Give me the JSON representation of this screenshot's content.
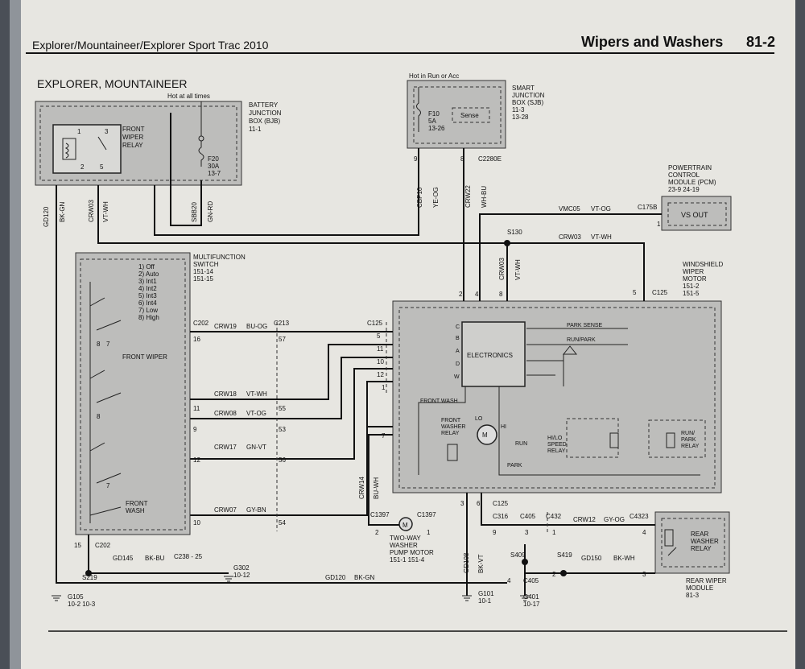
{
  "header": {
    "title_left": "Explorer/Mountaineer/Explorer Sport Trac 2010",
    "section": "Wipers and Washers",
    "page": "81-2"
  },
  "subtitle": "EXPLORER, MOUNTAINEER",
  "labels": {
    "hot_all_times": "Hot at all times",
    "hot_run_acc": "Hot in Run or Acc",
    "bjb": [
      "BATTERY",
      "JUNCTION",
      "BOX (BJB)",
      "11-1"
    ],
    "sjb": [
      "SMART",
      "JUNCTION",
      "BOX (SJB)",
      "11-3",
      "13-28"
    ],
    "pcm": [
      "POWERTRAIN",
      "CONTROL",
      "MODULE (PCM)",
      "23-9    24-19"
    ],
    "mfs": [
      "MULTIFUNCTION",
      "SWITCH",
      "151-14",
      "151-15"
    ],
    "wwm": [
      "WINDSHIELD",
      "WIPER",
      "MOTOR",
      "151-2",
      "151-5"
    ],
    "wpm": [
      "TWO-WAY",
      "WASHER",
      "PUMP MOTOR",
      "151-1    151-4"
    ],
    "rwm": [
      "REAR WIPER",
      "MODULE",
      "81-3"
    ],
    "fwr": [
      "FRONT",
      "WIPER",
      "RELAY"
    ],
    "rwr": [
      "REAR",
      "WASHER",
      "RELAY"
    ],
    "fwashr": [
      "FRONT",
      "WASHER",
      "RELAY"
    ],
    "runpark": [
      "RUN/",
      "PARK",
      "RELAY"
    ],
    "hilo": [
      "HI/LO",
      "SPEED",
      "RELAY"
    ],
    "fuse_f20": [
      "F20",
      "30A",
      "13-7"
    ],
    "fuse_f10": [
      "F10",
      "5A",
      "13-26"
    ],
    "sense": "Sense",
    "vs_out": "VS OUT",
    "electronics": "ELECTRONICS",
    "park_sense": "PARK SENSE",
    "run_park": "RUN/PARK",
    "front_wash_int": "FRONT WASH",
    "run": "RUN",
    "park": "PARK",
    "lo": "LO",
    "hi": "HI",
    "front_wiper": "FRONT WIPER",
    "front_wash": [
      "FRONT",
      "WASH"
    ],
    "positions": [
      "1) Off",
      "2) Auto",
      "3) Int1",
      "4) Int2",
      "5) Int3",
      "6) Int4",
      "7) Low",
      "8) High"
    ],
    "c2280e": "C2280E",
    "c175b": "C175B",
    "s130": "S130",
    "c125": "C125",
    "c202": "C202",
    "c213": "C213",
    "c1397": "C1397",
    "c316": "C316",
    "c405": "C405",
    "c432": "C432",
    "c4323": "C4323",
    "s219": "S219",
    "s409": "S409",
    "s419": "S419",
    "c238": "C238 - 25",
    "g302": [
      "G302",
      "10-12"
    ],
    "g105": [
      "G105",
      "10-2    10-3"
    ],
    "g101": [
      "G101",
      "10-1"
    ],
    "g401": [
      "G401",
      "10-17"
    ]
  },
  "wires": {
    "gd120": "GD120",
    "bk_gn": "BK-GN",
    "crw03": "CRW03",
    "vt_wh": "VT-WH",
    "sbb20": "SBB20",
    "gn_rd": "GN-RD",
    "cbp10": "CBP10",
    "ye_og": "YE-OG",
    "crw22": "CRW22",
    "wh_bu": "WH-BU",
    "vmc05": "VMC05",
    "vt_og": "VT-OG",
    "crw19": "CRW19",
    "bu_og": "BU-OG",
    "crw18": "CRW18",
    "crw08": "CRW08",
    "crw17": "CRW17",
    "gn_vt": "GN-VT",
    "crw07": "CRW07",
    "gy_bn": "GY-BN",
    "crw14": "CRW14",
    "bu_wh": "BU-WH",
    "gd108": "GD108",
    "bk_vt": "BK-VT",
    "crw12": "CRW12",
    "gy_og": "GY-OG",
    "gd145": "GD145",
    "bk_bu": "BK-BU",
    "gd150": "GD150",
    "bk_wh": "BK-WH"
  },
  "pins": {
    "p1": "1",
    "p2": "2",
    "p3": "3",
    "p4": "4",
    "p5": "5",
    "p6": "6",
    "p7": "7",
    "p8": "8",
    "p9": "9",
    "p10": "10",
    "p11": "11",
    "p12": "12",
    "p15": "15",
    "p16": "16",
    "p53": "53",
    "p54": "54",
    "p55": "55",
    "p56": "56",
    "p57": "57",
    "a": "A",
    "b": "B",
    "c": "C",
    "d": "D",
    "w": "W"
  }
}
